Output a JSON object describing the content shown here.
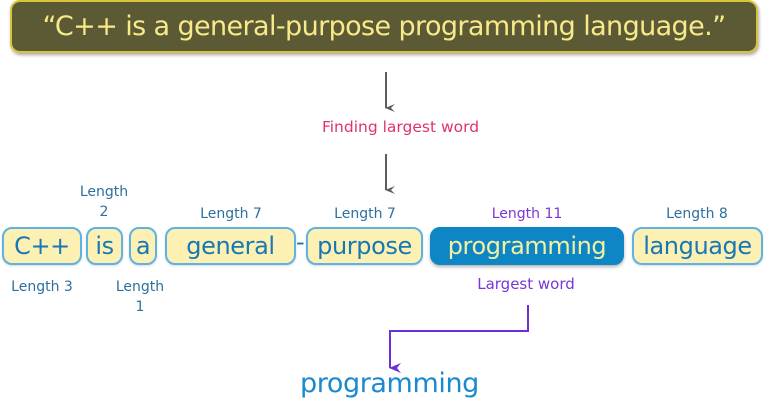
{
  "title": "“C++ is a general-purpose programming language.”",
  "step_label": "Finding largest word",
  "words": [
    {
      "text": "C++",
      "length_label": "Length 3",
      "highlight": false
    },
    {
      "text": "is",
      "length_label": "Length 2",
      "highlight": false
    },
    {
      "text": "a",
      "length_label": "Length 1",
      "highlight": false
    },
    {
      "text": "general",
      "length_label": "Length 7",
      "highlight": false
    },
    {
      "text": "purpose",
      "length_label": "Length 7",
      "highlight": false
    },
    {
      "text": "programming",
      "length_label": "Length 11",
      "highlight": true
    },
    {
      "text": "language",
      "length_label": "Length 8",
      "highlight": false
    }
  ],
  "len_parts": {
    "is_word": "Length",
    "is_num": "2",
    "a_word": "Length",
    "a_num": "1"
  },
  "hyphen": "-",
  "largest_label": "Largest word",
  "result": "programming",
  "colors": {
    "title_bg": "#5c5a35",
    "title_text": "#f7ea8a",
    "word_bg": "#fdf0b3",
    "word_border": "#5fb2e6",
    "highlight_bg": "#0e86c6",
    "step_label": "#e0336b",
    "largest_label": "#7a36d6"
  }
}
